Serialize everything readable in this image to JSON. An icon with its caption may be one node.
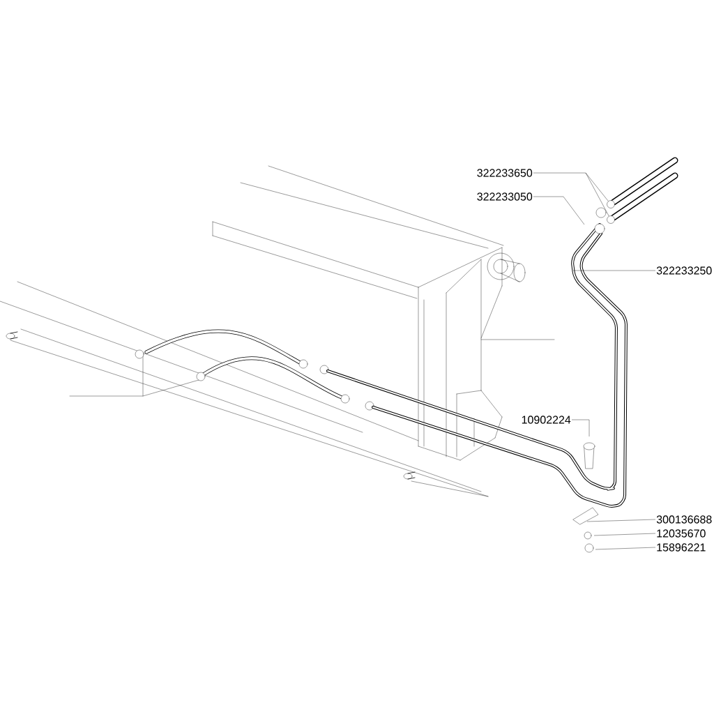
{
  "diagram": {
    "nodes": [
      {
        "text": [
          "322233650"
        ]
      },
      {
        "text": [
          "322233050"
        ]
      },
      {
        "text": [
          "322233250"
        ]
      },
      {
        "text": [
          "10902224"
        ]
      },
      {
        "text": [
          "300136688"
        ]
      },
      {
        "text": [
          "12035670"
        ]
      },
      {
        "text": [
          "15896221"
        ]
      },
      {
        "text": [],
        "shape": "circle"
      },
      {
        "text": [],
        "shape": "circle"
      }
    ],
    "edges": [
      {
        "from": 0,
        "to": 7,
        "arrow": "none"
      },
      {
        "from": 0,
        "to": 8,
        "arrow": "none"
      },
      {
        "from": 1,
        "to": null,
        "arrow": "none"
      },
      {
        "from": 2,
        "to": null,
        "arrow": "none"
      },
      {
        "from": 3,
        "to": null,
        "arrow": "none"
      },
      {
        "from": 4,
        "to": null,
        "arrow": "none"
      },
      {
        "from": 5,
        "to": null,
        "arrow": "none"
      },
      {
        "from": 6,
        "to": null,
        "arrow": "none"
      }
    ]
  }
}
